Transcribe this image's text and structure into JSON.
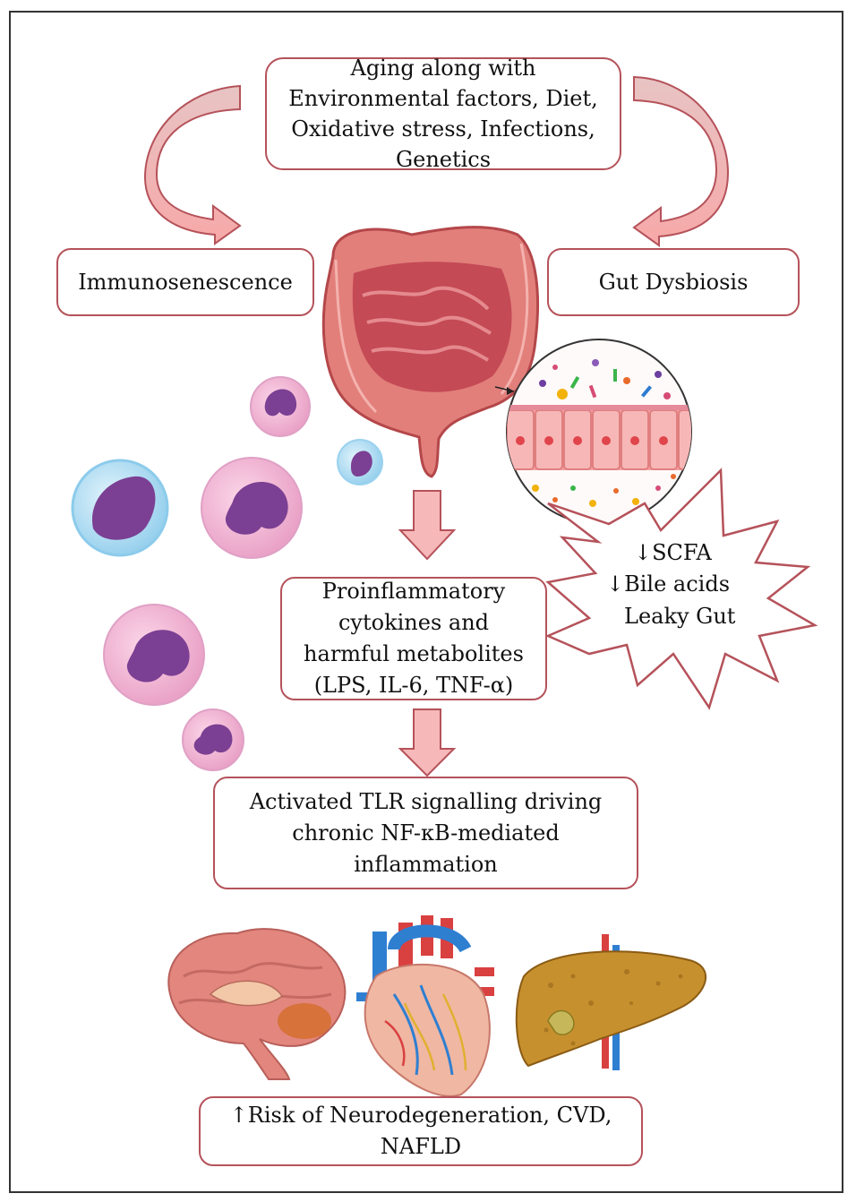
{
  "boxes": {
    "top": {
      "lines": [
        "Aging along with",
        "Environmental factors, Diet,",
        "Oxidative stress, Infections,",
        "Genetics"
      ]
    },
    "left": {
      "text": "Immunosenescence"
    },
    "right": {
      "text": "Gut Dysbiosis"
    },
    "middle": {
      "lines": [
        "Proinflammatory",
        "cytokines and",
        "harmful metabolites",
        "(LPS, IL-6, TNF-α)"
      ]
    },
    "tlr": {
      "lines": [
        "Activated TLR signalling driving",
        "chronic NF-κB-mediated",
        "inflammation"
      ]
    },
    "bottom": {
      "line1": "Risk of  Neurodegeneration, CVD,",
      "line2": "NAFLD",
      "arrow": "↑"
    }
  },
  "star": {
    "line1": "SCFA",
    "line2": "Bile acids",
    "line3": "Leaky Gut",
    "arrow": "↓"
  },
  "colors": {
    "box_border": "#b5525a",
    "arrow_fill": "#f6b8b8",
    "arrow_stroke": "#b5525a",
    "intestine": "#d9716f",
    "cell_pink": "#f2b3d2",
    "nucleus_purple": "#7b3f93",
    "cell_blue": "#a7d9f2"
  },
  "icons": [
    "intestine-illustration",
    "microbiome-magnifier",
    "immune-cell",
    "brain-illustration",
    "heart-illustration",
    "liver-illustration"
  ]
}
